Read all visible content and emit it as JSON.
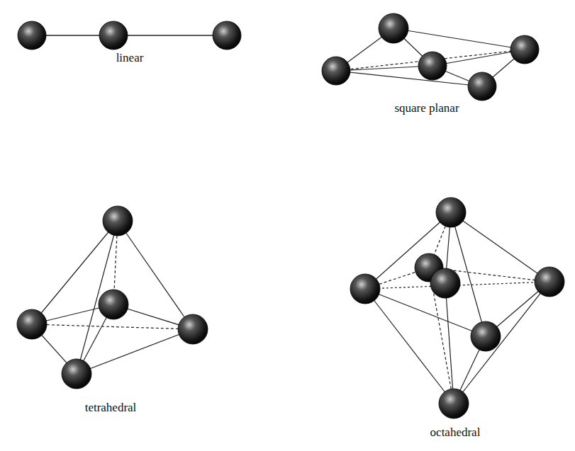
{
  "diagram": {
    "labels": [
      "linear",
      "square planar",
      "tetrahedral",
      "octahedral"
    ]
  }
}
